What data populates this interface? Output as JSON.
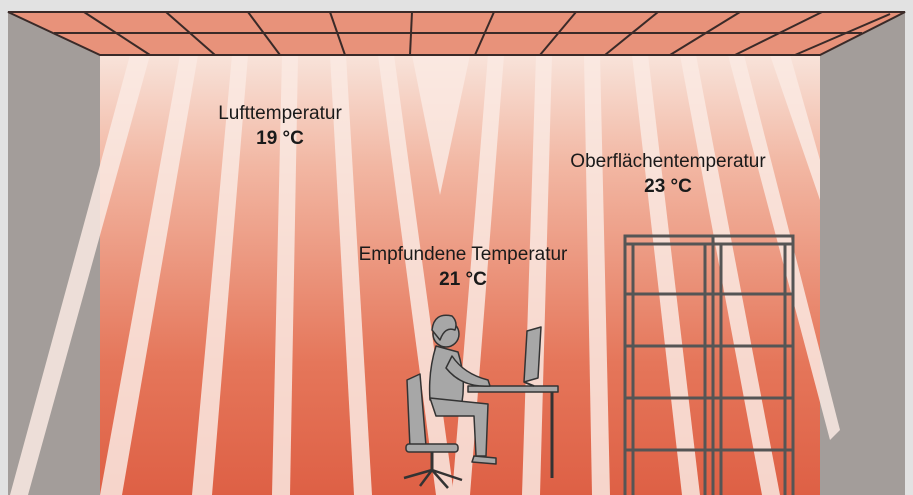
{
  "labels": {
    "air": {
      "name": "Lufttemperatur",
      "value": "19 °C"
    },
    "surface": {
      "name": "Oberflächentemperatur",
      "value": "23 °C"
    },
    "perceived": {
      "name": "Empfundene Temperatur",
      "value": "21 °C"
    }
  },
  "colors": {
    "background": "#e2e2e2",
    "side_wall": "#a39d9a",
    "ceiling": "#e8927a",
    "ceiling_grid": "#3a2a28",
    "heat_dark": "#de6045",
    "heat_light": "#f8e3da",
    "ray": "#fbeae3",
    "shelf": "#555555",
    "person": "#a7a7a7"
  },
  "icons": [
    "radiant-ceiling-panel-icon",
    "person-at-desk-icon",
    "shelf-icon"
  ]
}
